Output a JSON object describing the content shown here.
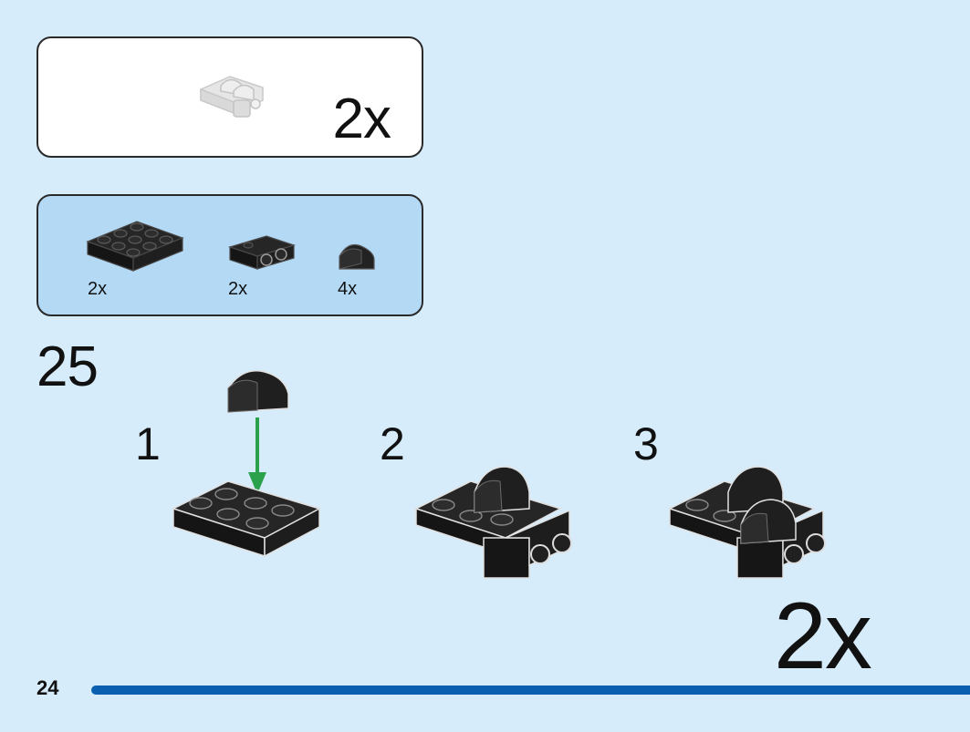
{
  "submodel": {
    "quantity": "2x"
  },
  "parts_list": [
    {
      "name": "plate-2x3",
      "quantity": "2x"
    },
    {
      "name": "bracket-with-pins",
      "quantity": "2x"
    },
    {
      "name": "curved-slope-brick",
      "quantity": "4x"
    }
  ],
  "step": {
    "number": "25",
    "substeps": [
      "1",
      "2",
      "3"
    ],
    "multiplier": "2x"
  },
  "page": {
    "number": "24"
  },
  "colors": {
    "background": "#d6ecfa",
    "parts_panel": "#b4d9f5",
    "arrow": "#2aa14a",
    "page_bar": "#0a5fb0",
    "brick": "#1c1c1c"
  }
}
